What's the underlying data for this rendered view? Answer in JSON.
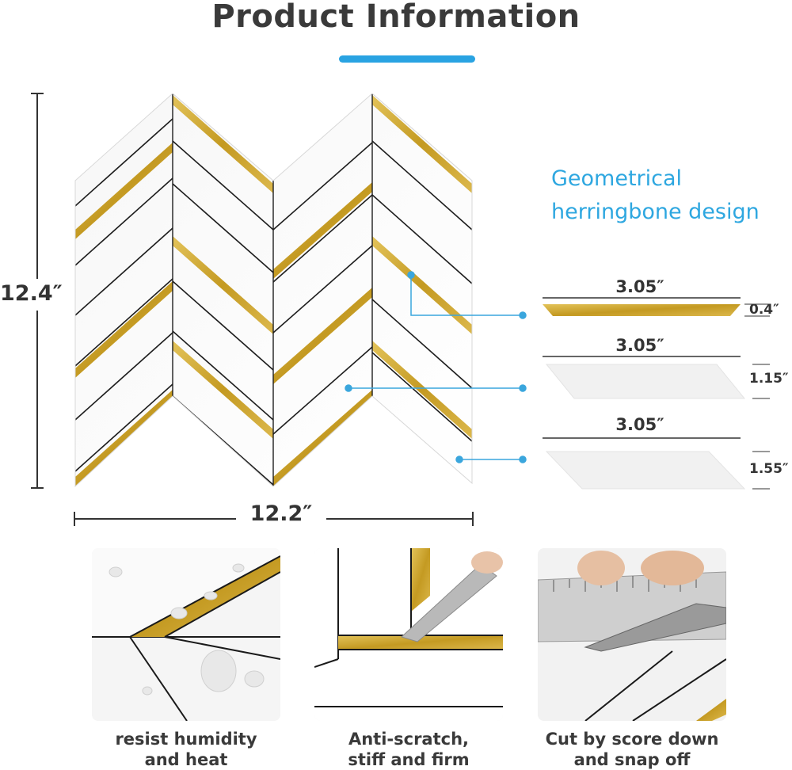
{
  "title": "Product Information",
  "colors": {
    "accent": "#29a3e2",
    "gold": "#c9a227",
    "tile": "#ffffff",
    "text": "#3a3a3a"
  },
  "dimensions": {
    "height": "12.4″",
    "width": "12.2″"
  },
  "design_label": {
    "line1": "Geometrical",
    "line2": "herringbone design"
  },
  "pieces": [
    {
      "width": "3.05″",
      "height": "0.4″",
      "type": "gold strip"
    },
    {
      "width": "3.05″",
      "height": "1.15″",
      "type": "white tile"
    },
    {
      "width": "3.05″",
      "height": "1.55″",
      "type": "white tile"
    }
  ],
  "features": [
    {
      "caption_line1": "resist humidity",
      "caption_line2": "and heat",
      "icon": "water-droplets-photo"
    },
    {
      "caption_line1": "Anti-scratch,",
      "caption_line2": "stiff and firm",
      "icon": "key-scratch-photo"
    },
    {
      "caption_line1": "Cut by score down",
      "caption_line2": "and snap off",
      "icon": "ruler-knife-photo"
    }
  ]
}
